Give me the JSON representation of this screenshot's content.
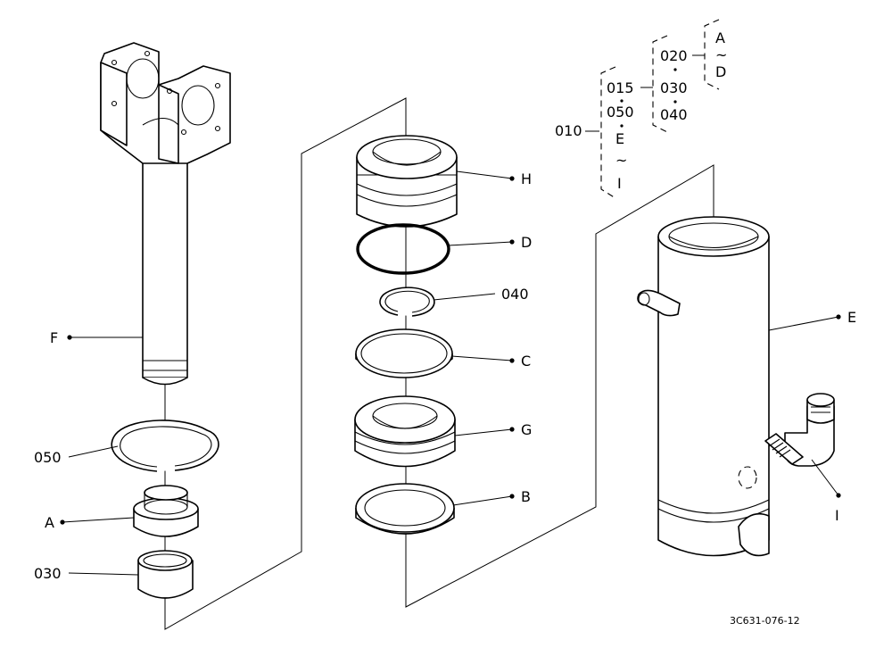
{
  "labels": {
    "F": "F",
    "050": "050",
    "A": "A",
    "030": "030",
    "H": "H",
    "D": "D",
    "040": "040",
    "C": "C",
    "G": "G",
    "B": "B",
    "E": "E",
    "I": "I"
  },
  "tree": {
    "root": "010",
    "col1": [
      "015",
      "050",
      "E",
      "~",
      "I"
    ],
    "col2": [
      "020",
      "030",
      "040"
    ],
    "col3": [
      "A",
      "~",
      "D"
    ]
  },
  "drawing_number": "3C631-076-12"
}
